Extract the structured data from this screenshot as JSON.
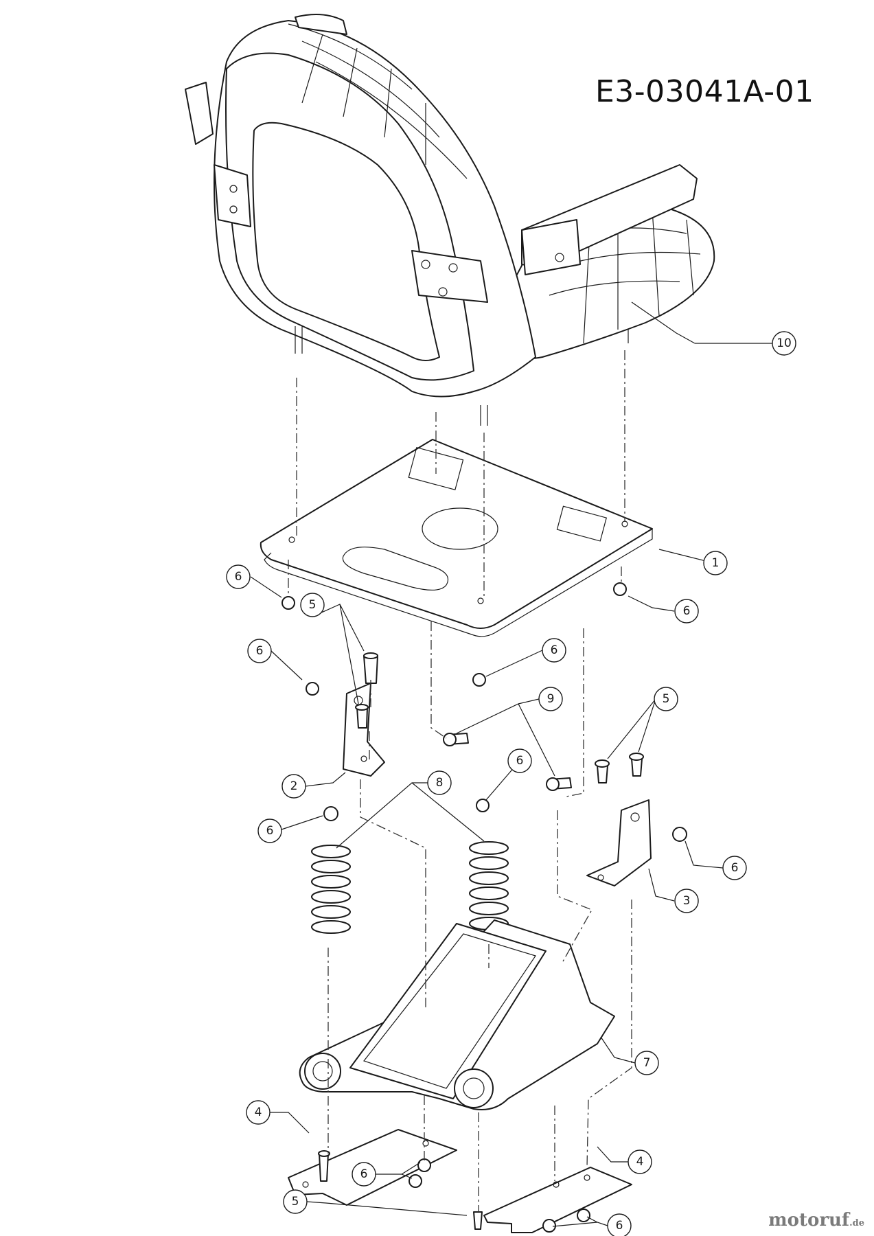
{
  "drawing_number": "E3-03041A-01",
  "watermark": {
    "text": "motoruf",
    "suffix": ".de"
  },
  "callouts": [
    {
      "id": "c10",
      "label": "10"
    },
    {
      "id": "c1",
      "label": "1"
    },
    {
      "id": "c6a",
      "label": "6"
    },
    {
      "id": "c6b",
      "label": "6"
    },
    {
      "id": "c5a",
      "label": "5"
    },
    {
      "id": "c6c",
      "label": "6"
    },
    {
      "id": "c6d",
      "label": "6"
    },
    {
      "id": "c9",
      "label": "9"
    },
    {
      "id": "c5b",
      "label": "5"
    },
    {
      "id": "c6e",
      "label": "6"
    },
    {
      "id": "c2",
      "label": "2"
    },
    {
      "id": "c8",
      "label": "8"
    },
    {
      "id": "c6f",
      "label": "6"
    },
    {
      "id": "c6g",
      "label": "6"
    },
    {
      "id": "c3",
      "label": "3"
    },
    {
      "id": "c7",
      "label": "7"
    },
    {
      "id": "c4a",
      "label": "4"
    },
    {
      "id": "c4b",
      "label": "4"
    },
    {
      "id": "c6h",
      "label": "6"
    },
    {
      "id": "c6i",
      "label": "6"
    },
    {
      "id": "c5c",
      "label": "5"
    }
  ]
}
